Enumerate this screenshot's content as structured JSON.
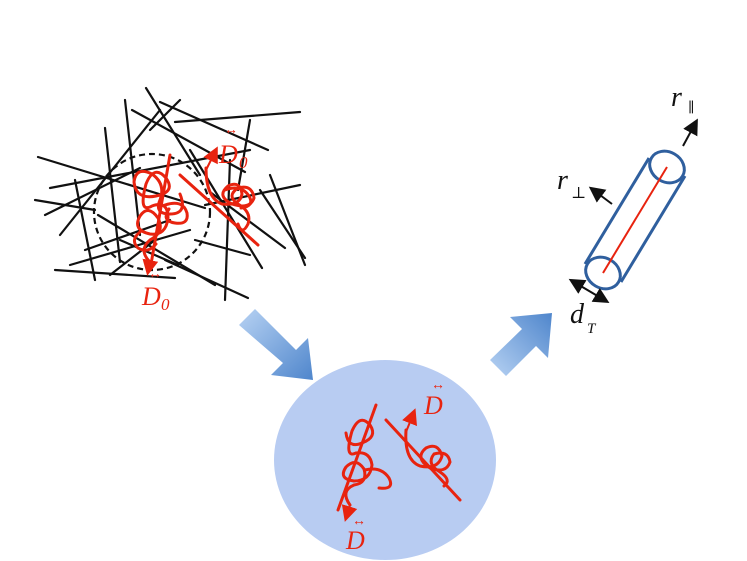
{
  "labels": {
    "d0_top": "D",
    "d0_top_sub": "0",
    "d0_bottom": "D",
    "d0_bottom_sub": "0",
    "d_center_top": "D",
    "d_center_bottom": "D",
    "r_parallel": "r",
    "r_parallel_sub": "∥",
    "r_perp": "r",
    "r_perp_sub": "⊥",
    "d_t": "d",
    "d_t_sub": "T",
    "tensor_mark": "↔"
  },
  "colors": {
    "red": "#e8230f",
    "network": "#111111",
    "ellipse_fill": "#b8ccf2",
    "arrow_light": "#a9c8ee",
    "arrow_dark": "#5d8fcf",
    "cylinder": "#2f5f9e"
  }
}
